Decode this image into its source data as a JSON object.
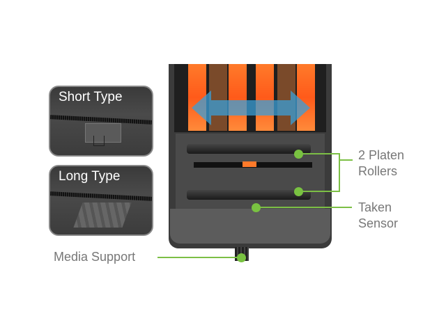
{
  "insets": [
    {
      "label": "Short Type"
    },
    {
      "label": "Long Type"
    }
  ],
  "callouts": {
    "platen": {
      "line1": "2 Platen",
      "line2": "Rollers"
    },
    "sensor": {
      "line1": "Taken",
      "line2": "Sensor"
    },
    "media": "Media Support"
  },
  "colors": {
    "accent": "#79c241",
    "orange": "#ff6a1f",
    "arrow": "#3a9fd8"
  }
}
